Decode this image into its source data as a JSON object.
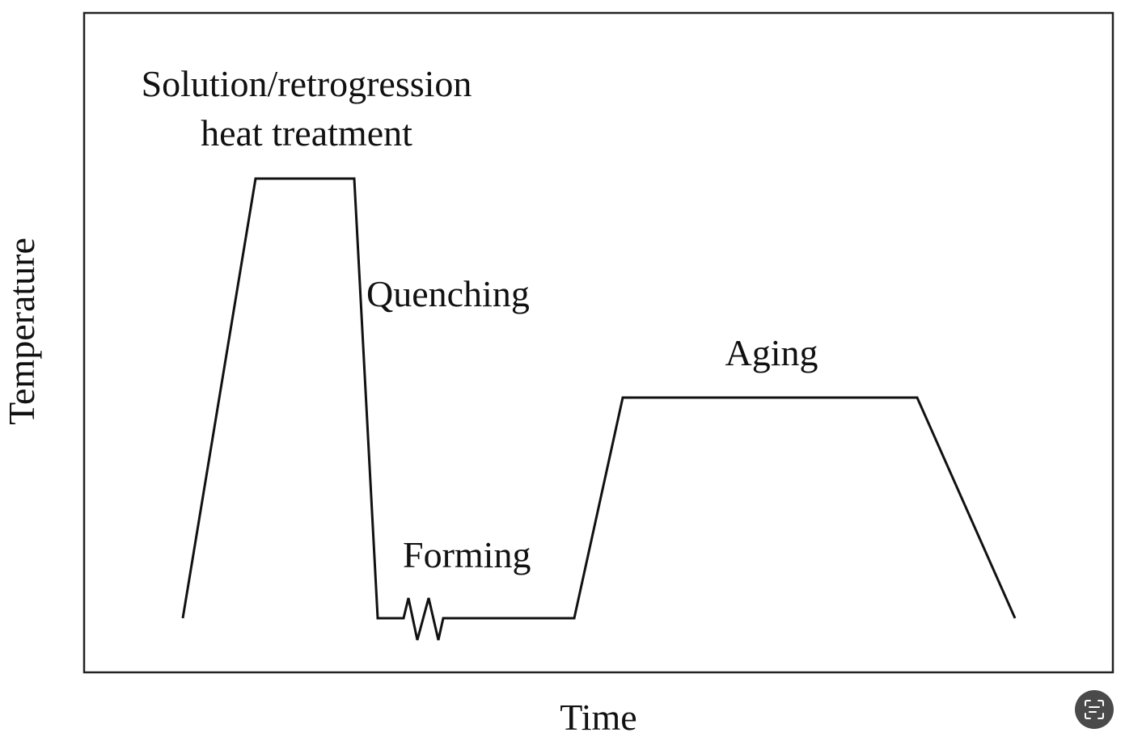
{
  "axes": {
    "x_label": "Time",
    "y_label": "Temperature"
  },
  "annotations": {
    "solution_line1": "Solution/retrogression",
    "solution_line2": "heat treatment",
    "quenching": "Quenching",
    "forming": "Forming",
    "aging": "Aging"
  },
  "icons": {
    "scan_button": "scan-text-icon"
  },
  "colors": {
    "line": "#111111",
    "scan_button_bg": "#4a4a4a"
  }
}
